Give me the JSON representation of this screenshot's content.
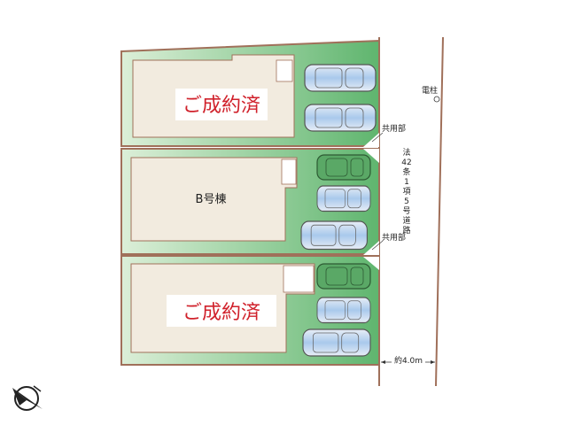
{
  "lots": [
    {
      "id": "A",
      "label": "ご成約済",
      "status": "sold"
    },
    {
      "id": "B",
      "label": "B号棟",
      "status": "available"
    },
    {
      "id": "C",
      "label": "ご成約済",
      "status": "sold"
    }
  ],
  "shared_area_label": "共用部",
  "road_label": [
    "法",
    "42",
    "条",
    "1",
    "項",
    "5",
    "号",
    "道",
    "路"
  ],
  "pole_label": "電柱",
  "road_width": "約4.0m",
  "colors": {
    "sold": "#d0212b",
    "lot_green": "#5fb56e",
    "building": "#f2ebdf",
    "boundary": "#a0705a"
  }
}
